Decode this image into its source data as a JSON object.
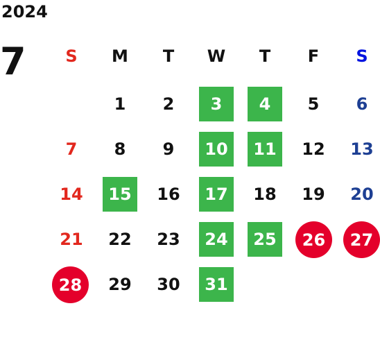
{
  "year": "2024",
  "month": "7",
  "weekday_headers": [
    "S",
    "M",
    "T",
    "W",
    "T",
    "F",
    "S"
  ],
  "weeks": [
    [
      "",
      "1",
      "2",
      "3",
      "4",
      "5",
      "6"
    ],
    [
      "7",
      "8",
      "9",
      "10",
      "11",
      "12",
      "13"
    ],
    [
      "14",
      "15",
      "16",
      "17",
      "18",
      "19",
      "20"
    ],
    [
      "21",
      "22",
      "23",
      "24",
      "25",
      "26",
      "27"
    ],
    [
      "28",
      "29",
      "30",
      "31",
      "",
      "",
      ""
    ]
  ],
  "highlight_green_days": [
    "3",
    "4",
    "10",
    "11",
    "15",
    "17",
    "24",
    "25",
    "31"
  ],
  "highlight_red_days": [
    "26",
    "27",
    "28"
  ],
  "colors": {
    "text_default": "#111111",
    "sunday": "#e2281e",
    "saturday": "#1d3f93",
    "saturday_header": "#0013e0",
    "green_highlight": "#3cb54b",
    "red_highlight": "#e4002b"
  }
}
